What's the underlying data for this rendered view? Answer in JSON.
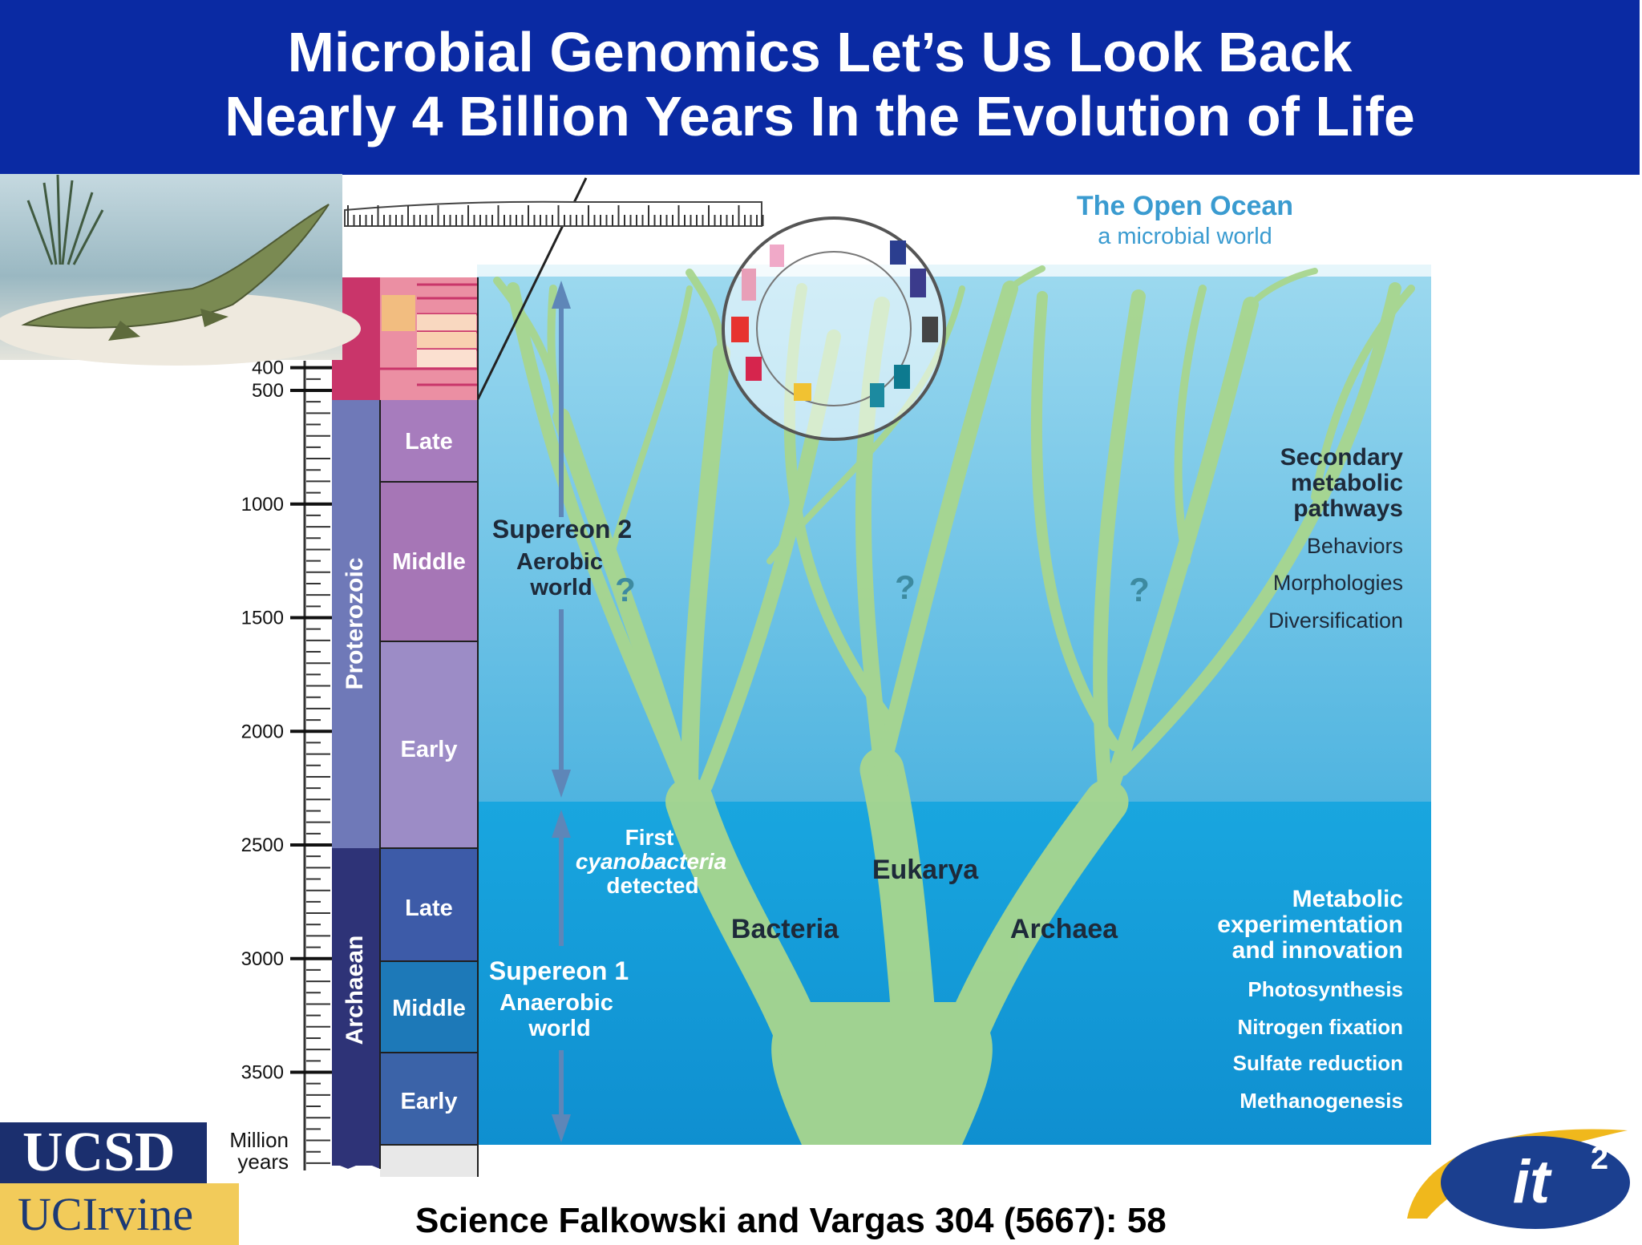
{
  "header": {
    "title_line_1": "Microbial Genomics Let’s Us Look Back",
    "title_line_2": "Nearly 4 Billion Years In the Evolution of Life"
  },
  "diagram": {
    "ocean_title": "The Open Ocean",
    "ocean_subtitle": "a microbial world",
    "axis_unit": [
      "Million",
      "years"
    ],
    "axis_ticks": [
      {
        "label": "400",
        "value": 400
      },
      {
        "label": "500",
        "value": 500
      },
      {
        "label": "1000",
        "value": 1000
      },
      {
        "label": "1500",
        "value": 1500
      },
      {
        "label": "2000",
        "value": 2000
      },
      {
        "label": "2500",
        "value": 2500
      },
      {
        "label": "3000",
        "value": 3000
      },
      {
        "label": "3500",
        "value": 3500
      }
    ],
    "eons": [
      {
        "name": "Proterozoic",
        "color": "#6f79b8"
      },
      {
        "name": "Archaean",
        "color": "#2e3377"
      }
    ],
    "eras": [
      {
        "name": "Late",
        "color": "#a77cbd"
      },
      {
        "name": "Middle",
        "color": "#a676b6"
      },
      {
        "name": "Early",
        "color": "#9c8cc6"
      },
      {
        "name": "Late",
        "color": "#3d5ba8"
      },
      {
        "name": "Middle",
        "color": "#1d79b8"
      },
      {
        "name": "Early",
        "color": "#3b63a8"
      }
    ],
    "supereon_2": {
      "title": "Supereon 2",
      "lines": [
        "Aerobic",
        "world"
      ]
    },
    "supereon_1": {
      "title": "Supereon 1",
      "lines": [
        "Anaerobic",
        "world"
      ]
    },
    "cyanobacteria": {
      "line1": "First",
      "line2": "cyanobacteria",
      "line3": "detected"
    },
    "domains": {
      "bacteria": "Bacteria",
      "eukarya": "Eukarya",
      "archaea": "Archaea"
    },
    "question_mark": "?",
    "upper_notes": {
      "heading": [
        "Secondary",
        "metabolic",
        "pathways"
      ],
      "items": [
        "Behaviors",
        "Morphologies",
        "Diversification"
      ]
    },
    "lower_notes": {
      "heading": [
        "Metabolic",
        "experimentation",
        "and innovation"
      ],
      "items": [
        "Photosynthesis",
        "Nitrogen fixation",
        "Sulfate reduction",
        "Methanogenesis"
      ]
    },
    "colors": {
      "header_bg": "#0a2aa3",
      "upper_ocean": "#5bbbe3",
      "deep_ocean": "#139fdc",
      "tree_green": "#a8d68e",
      "phanerozoic": "#c9356a"
    }
  },
  "citation": "Science Falkowski and Vargas 304 (5667): 58",
  "logos": {
    "ucsd": "UCSD",
    "uci": "UCIrvine",
    "calit2": "it",
    "calit2_sup": "2"
  }
}
